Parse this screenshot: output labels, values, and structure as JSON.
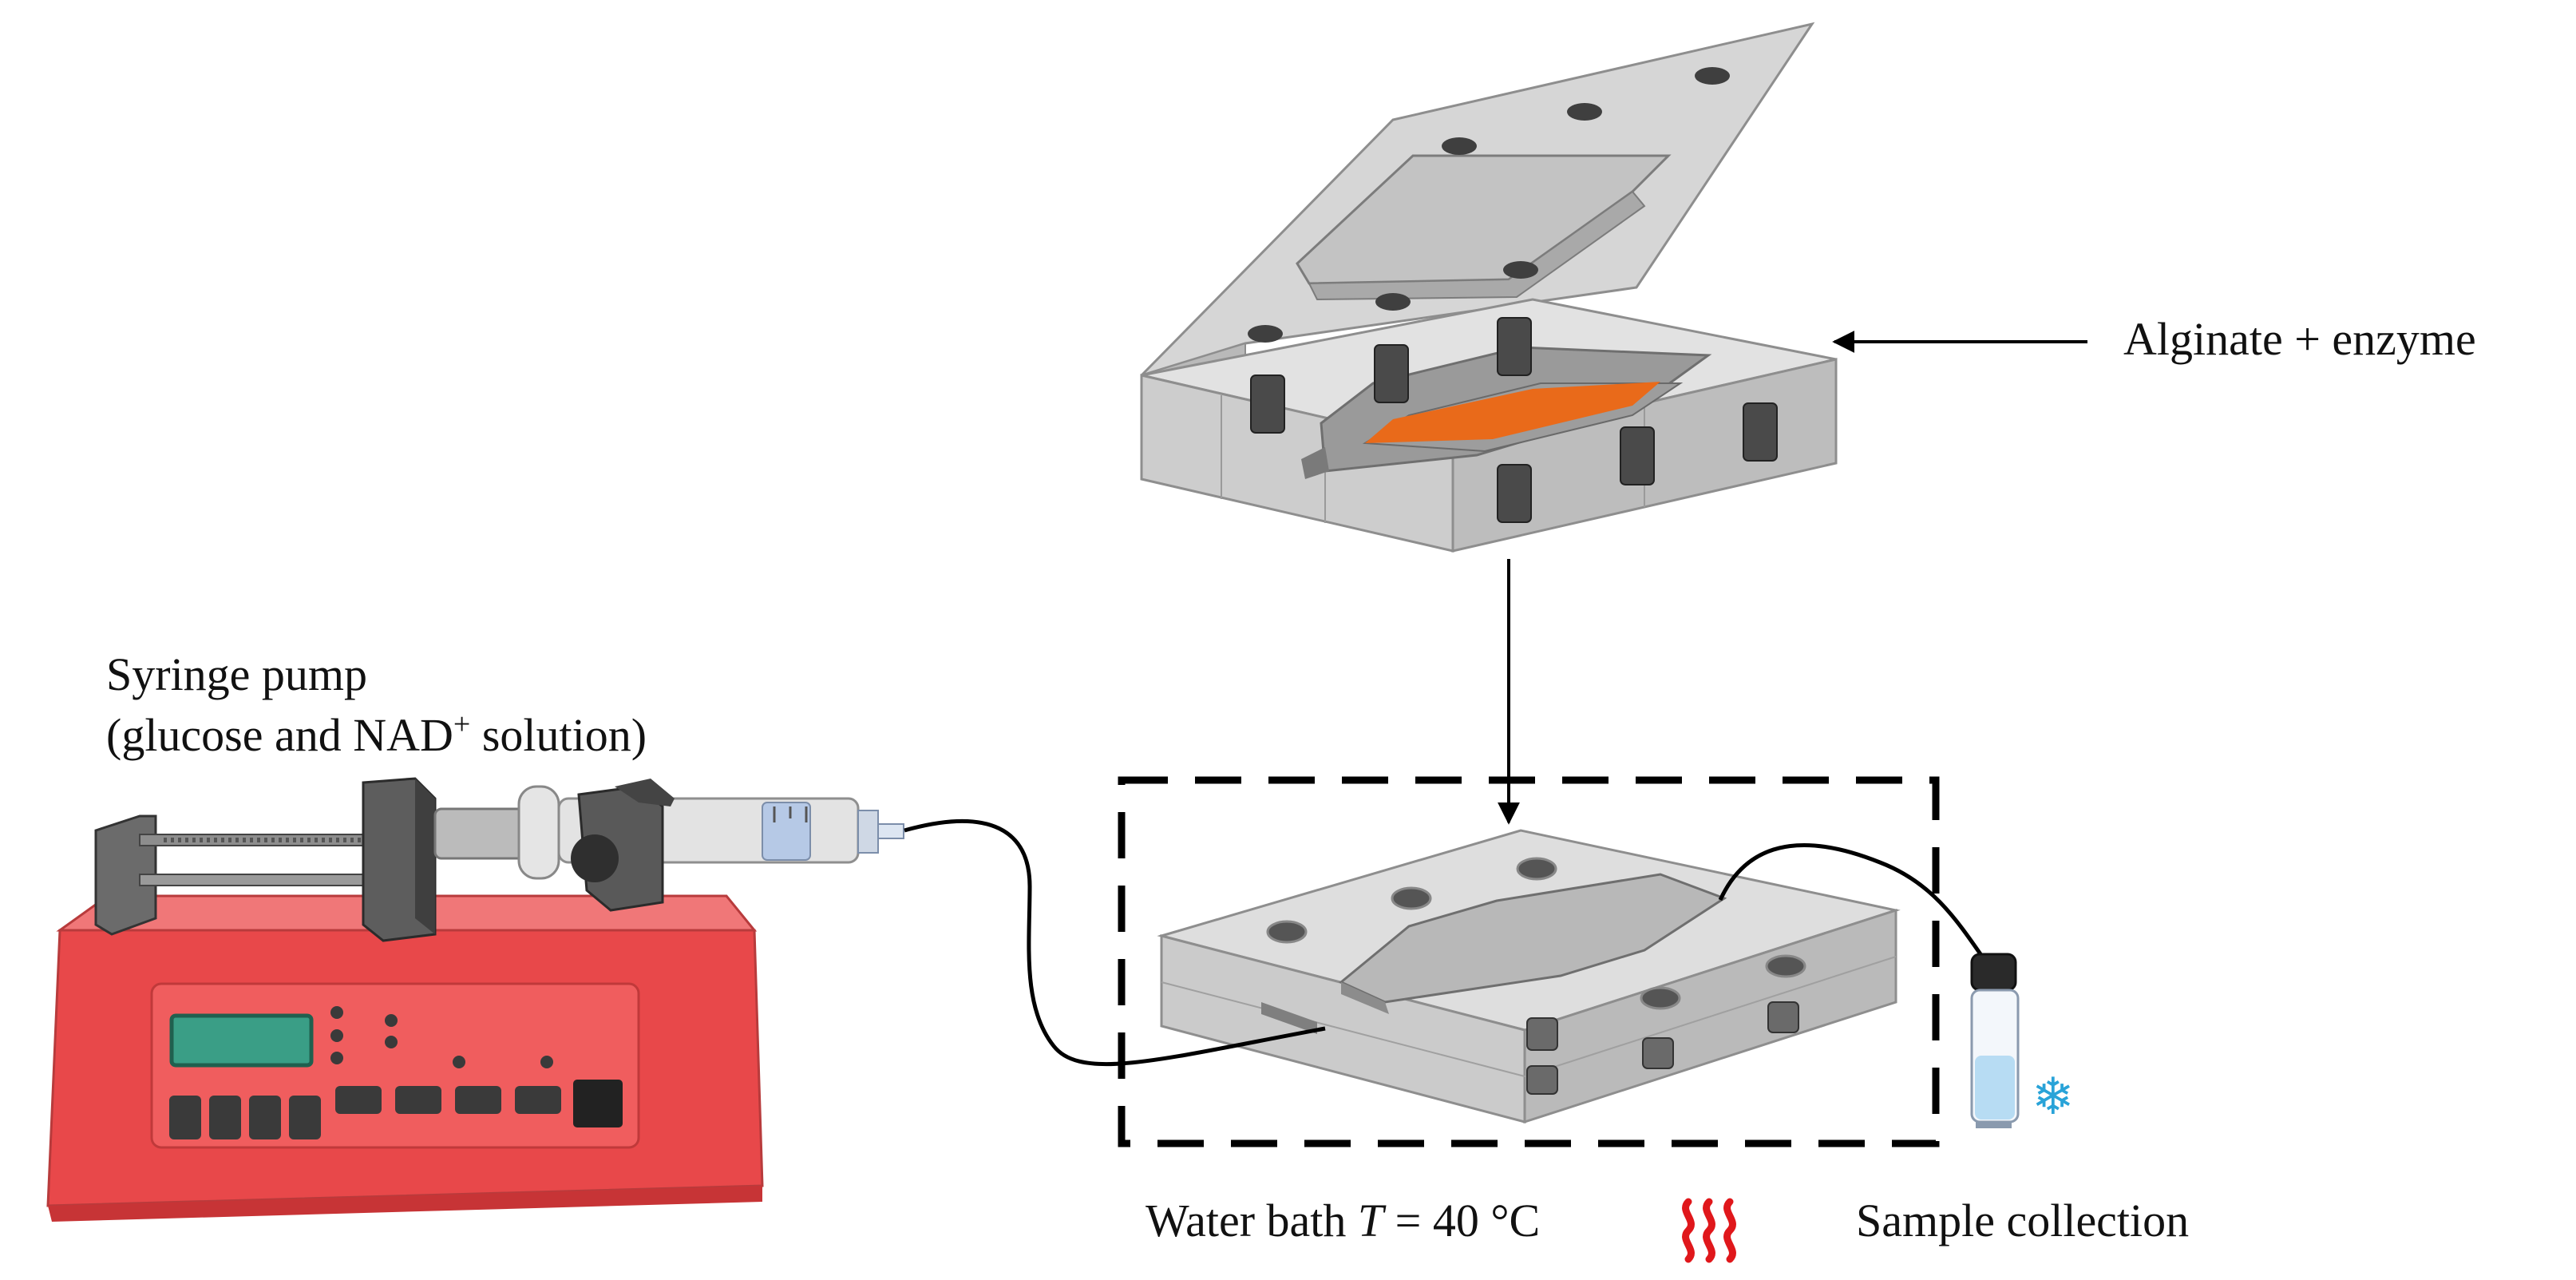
{
  "labels": {
    "alginate": "Alginate + enzyme",
    "pump_line1": "Syringe pump",
    "pump_line2_prefix": "(glucose and NAD",
    "pump_line2_sup": "+",
    "pump_line2_suffix": " solution)",
    "bath_prefix": "Water bath ",
    "bath_var": "T",
    "bath_suffix": " = 40 °C",
    "collection": "Sample collection"
  },
  "colors": {
    "pump_body": "#e8484a",
    "pump_display": "#3a9e86",
    "enzyme_layer": "#e96a1a",
    "heat_icon": "#e0171b",
    "snow_icon": "#29a3d8",
    "frame_dash": "#000000"
  },
  "icons": [
    "heat-waves-icon",
    "snowflake-icon"
  ]
}
